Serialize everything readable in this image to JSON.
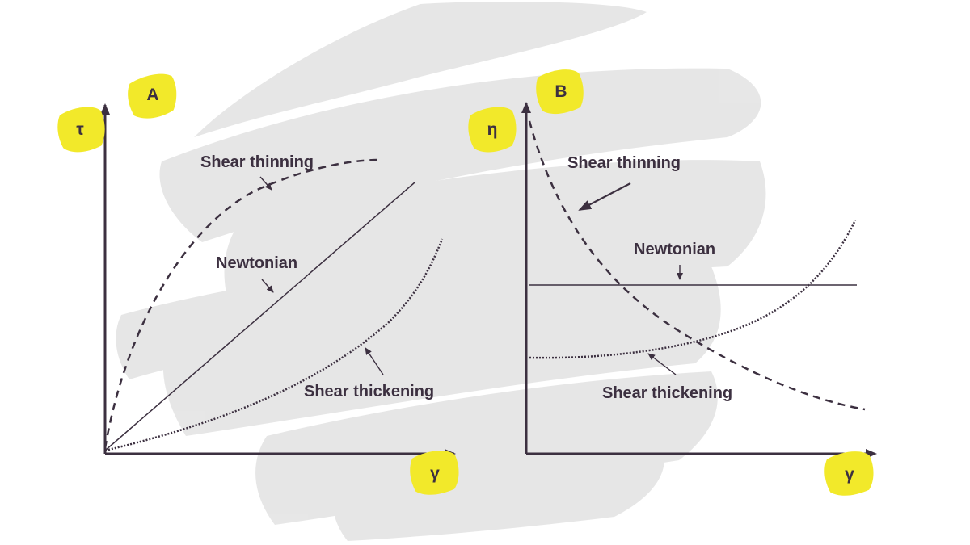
{
  "colors": {
    "ink": "#3c3040",
    "highlight": "#f2e92a",
    "brush": "#e4e4e4"
  },
  "panel_a": {
    "badge": "A",
    "y_axis": "τ",
    "x_axis": "γ",
    "labels": {
      "shear_thinning": "Shear thinning",
      "newtonian": "Newtonian",
      "shear_thickening": "Shear thickening"
    }
  },
  "panel_b": {
    "badge": "B",
    "y_axis": "η",
    "x_axis": "γ",
    "labels": {
      "shear_thinning": "Shear thinning",
      "newtonian": "Newtonian",
      "shear_thickening": "Shear thickening"
    }
  },
  "icons": [
    "arrow-icon"
  ]
}
